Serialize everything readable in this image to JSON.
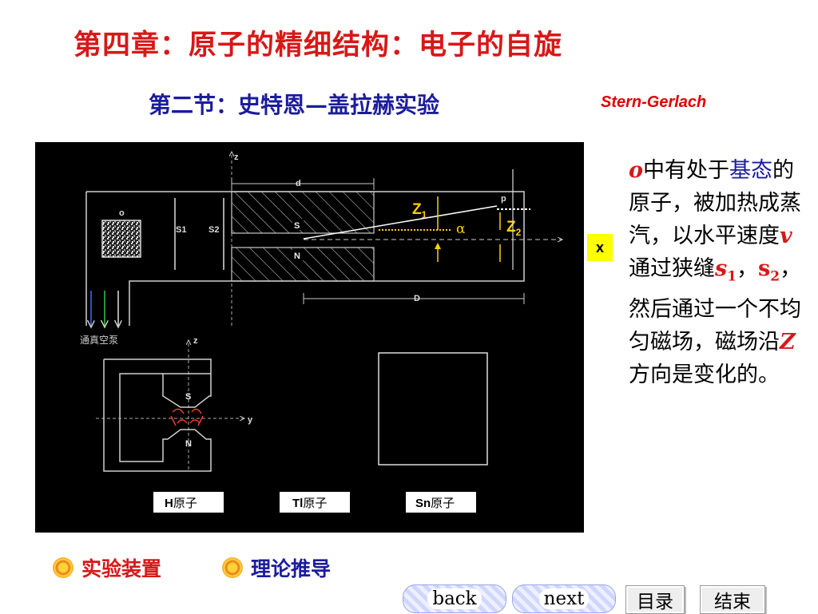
{
  "title": "第四章：原子的精细结构：电子的自旋",
  "subtitle": "第二节：史特恩—盖拉赫实验",
  "subtitle_en": "Stern-Gerlach",
  "x_tag": "x",
  "diagram": {
    "z_top": "z",
    "d": "d",
    "o": "o",
    "s1": "S1",
    "s2": "S2",
    "magnet_s": "S",
    "magnet_n": "N",
    "z1": "Z",
    "z1_sub": "1",
    "z2": "Z",
    "z2_sub": "2",
    "alpha": "α",
    "p": "p",
    "D": "D",
    "pump": "通真空泵",
    "z_bottom": "z",
    "y": "y",
    "s_lower": "S",
    "n_lower": "N",
    "h_label_bold": "H",
    "h_label": "原子",
    "tl_label_bold": "Tl",
    "tl_label": "原子",
    "sn_label_bold": "Sn",
    "sn_label": "原子"
  },
  "description": {
    "o": "o",
    "t1": "中有处于",
    "jitai": "基态",
    "t2": "的原子，被加热成蒸汽，以水平速度",
    "v": "v",
    "t3": "通过狭缝",
    "s1_s": "s",
    "s1_n": "1",
    "t4": "，",
    "s2_s": "s",
    "s2_n": "2",
    "t5": "，然后通过一个不均匀磁场，磁场沿",
    "Z": "Z",
    "t6": "方向是变化的。"
  },
  "links": {
    "apparatus": "实验装置",
    "theory": "理论推导"
  },
  "nav": {
    "back": "back",
    "next": "next",
    "menu": "目录",
    "end": "结束"
  }
}
